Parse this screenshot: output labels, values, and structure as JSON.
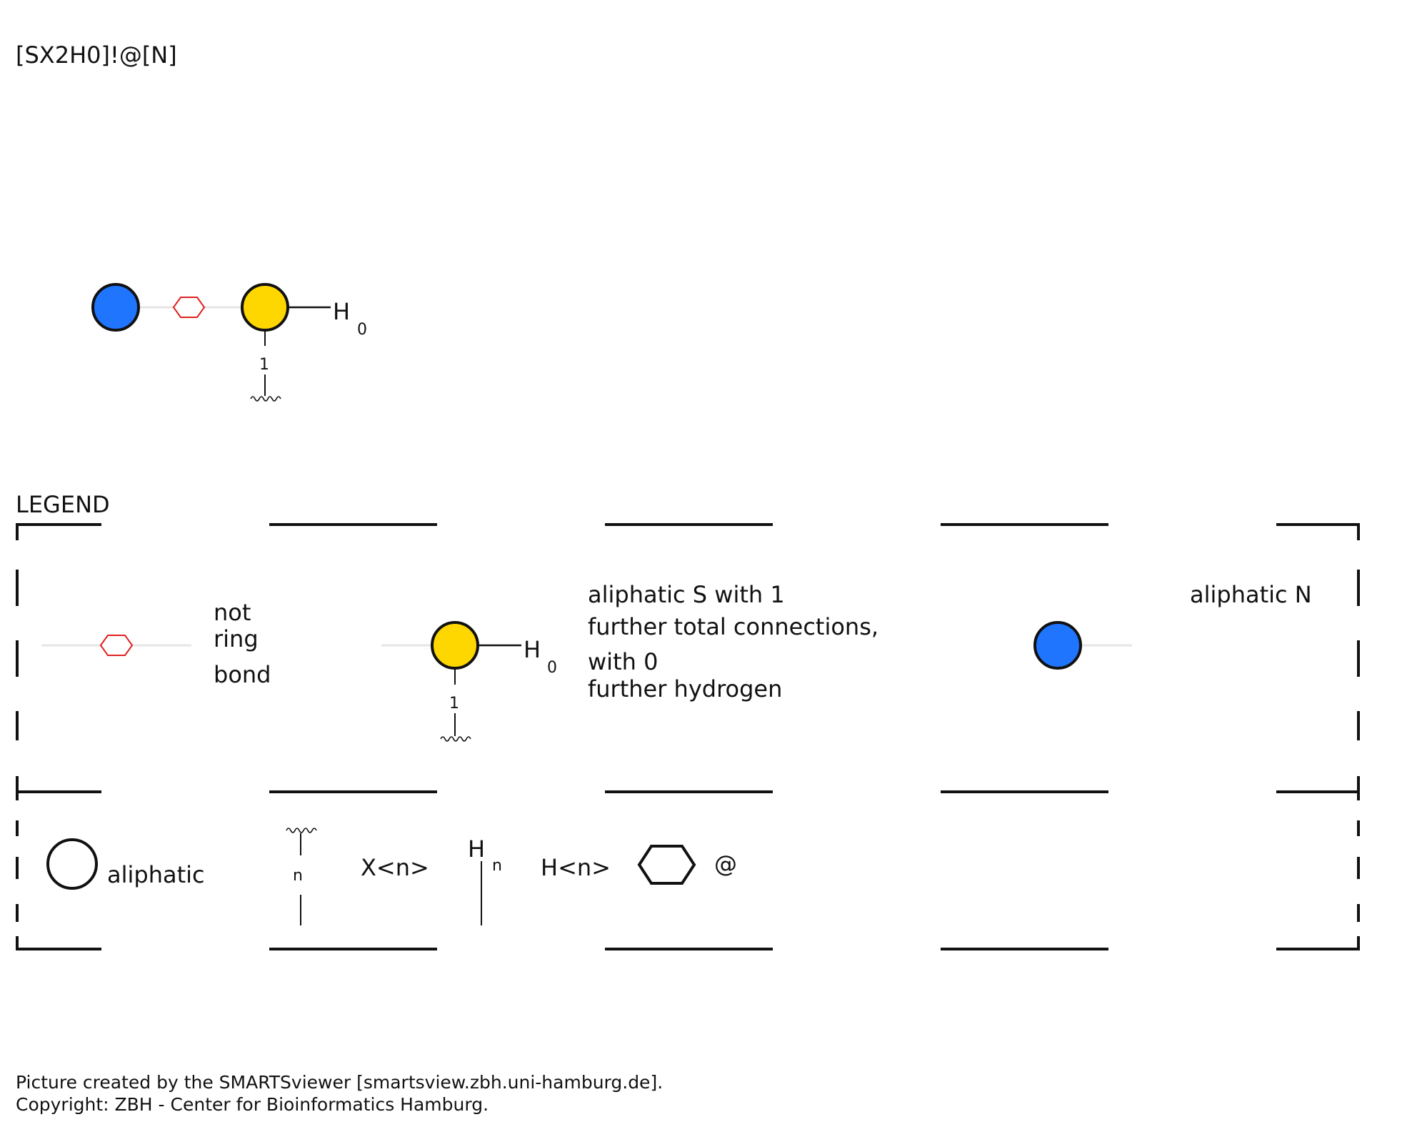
{
  "smarts": "[SX2H0]!@[N]",
  "colors": {
    "nitrogen": "#1f75fe",
    "sulfur": "#ffd700",
    "ring_bond_marker": "#e02020",
    "bond_line": "#e6e6e6",
    "stroke": "#111111"
  },
  "molecule": {
    "h_label": "H",
    "h_count": "0",
    "x_count": "1"
  },
  "legend": {
    "title": "LEGEND",
    "bond_entry": {
      "line1": "not",
      "line2": "ring",
      "line3": "bond"
    },
    "sulfur_entry": {
      "h_label": "H",
      "h_count": "0",
      "x_count": "1",
      "line1": "aliphatic S with 1",
      "line2": "further total connections,",
      "line3": "with 0",
      "line4": "further hydrogen"
    },
    "nitrogen_entry": {
      "label": "aliphatic N"
    },
    "key": {
      "aliphatic": "aliphatic",
      "x_n_sub": "n",
      "x_n_label": "X<n>",
      "h_n_symbol": "H",
      "h_n_sub": "n",
      "h_n_label": "H<n>",
      "ring_label": "@"
    }
  },
  "footer": {
    "line1": "Picture created by the SMARTSviewer [smartsview.zbh.uni-hamburg.de].",
    "line2": "Copyright: ZBH - Center for Bioinformatics Hamburg."
  }
}
